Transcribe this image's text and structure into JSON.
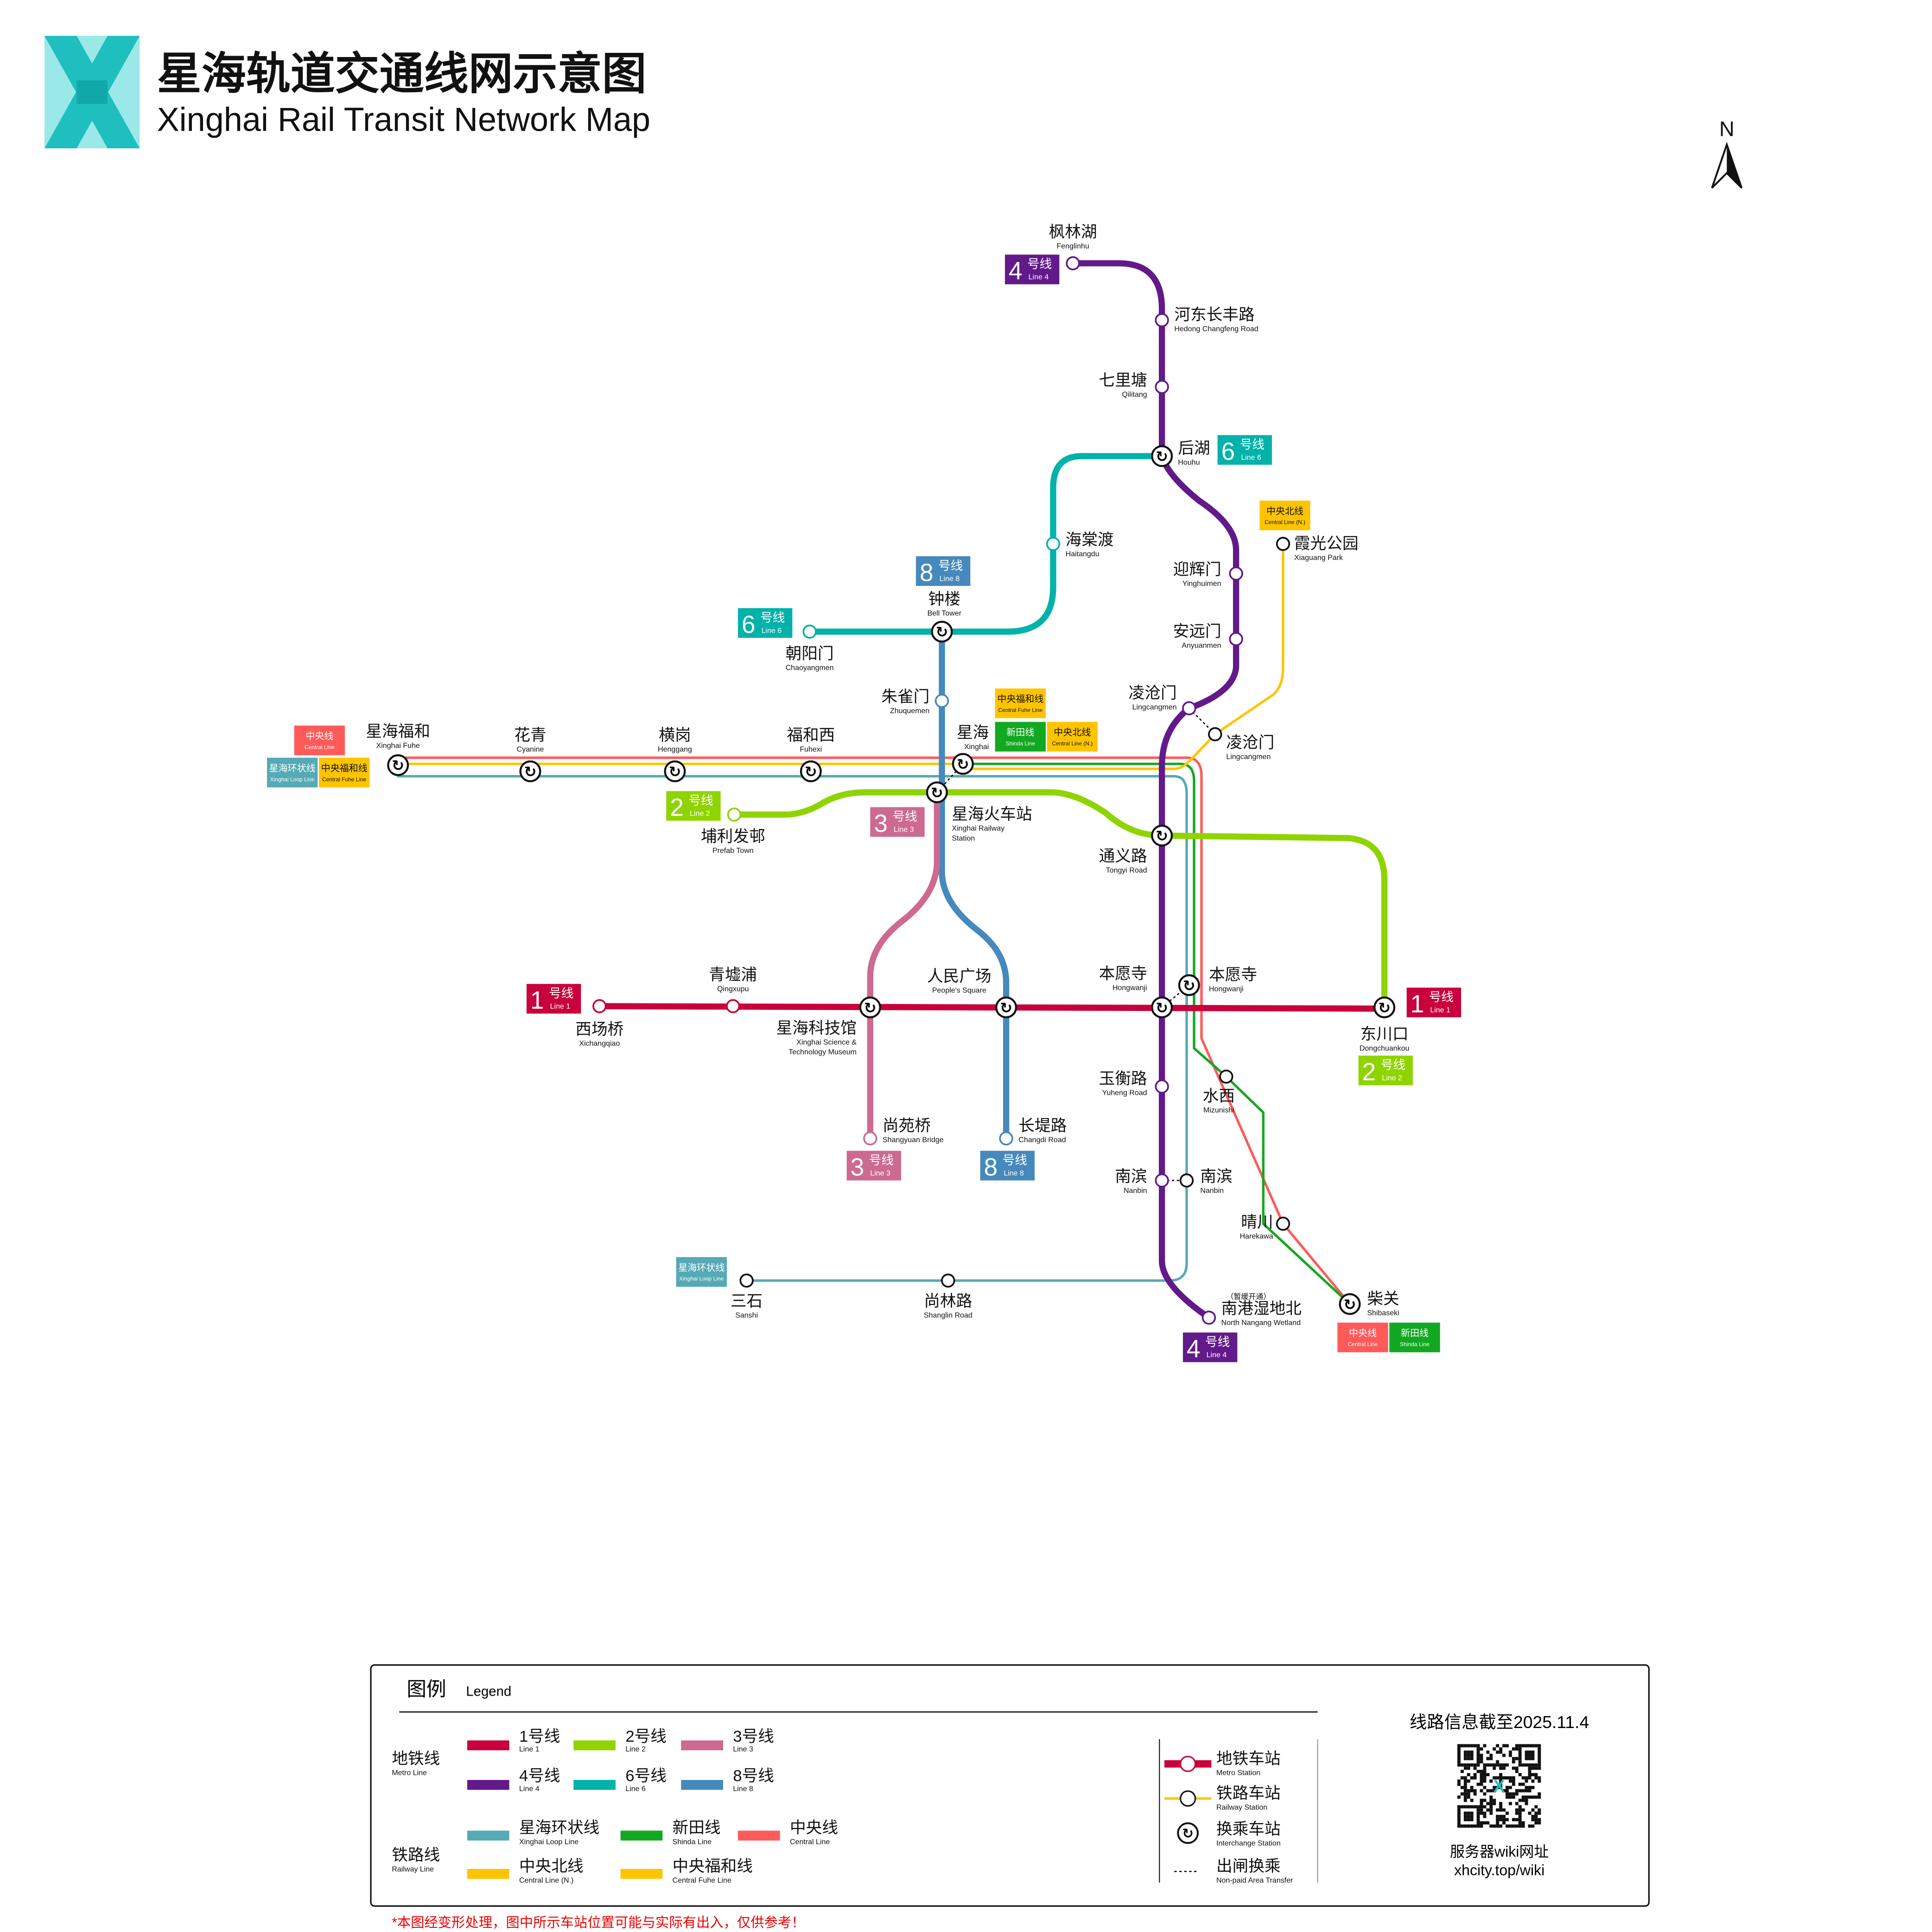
{
  "header": {
    "title_zh": "星海轨道交通线网示意图",
    "title_en": "Xinghai Rail Transit Network Map",
    "compass": "N"
  },
  "colors": {
    "line1": "#c8003c",
    "line2": "#8fd400",
    "line3": "#cc6a90",
    "line4": "#621a8a",
    "line6": "#00b2a9",
    "line8": "#4589bd",
    "loop": "#55aab5",
    "shinda": "#13a822",
    "central": "#ff5a5a",
    "centraln": "#ffc400",
    "fuhe": "#ffc400"
  },
  "stations": {
    "fenglinhu": {
      "zh": "枫林湖",
      "en": "Fenglinhu"
    },
    "hedong": {
      "zh": "河东长丰路",
      "en": "Hedong Changfeng Road"
    },
    "qilitang": {
      "zh": "七里塘",
      "en": "Qilitang"
    },
    "houhu": {
      "zh": "后湖",
      "en": "Houhu"
    },
    "haitangdu": {
      "zh": "海棠渡",
      "en": "Haitangdu"
    },
    "yinghuimen": {
      "zh": "迎辉门",
      "en": "Yinghuimen"
    },
    "anyuanmen": {
      "zh": "安远门",
      "en": "Anyuanmen"
    },
    "lingcangmen4": {
      "zh": "凌沧门",
      "en": "Lingcangmen"
    },
    "lingcangmenR": {
      "zh": "凌沧门",
      "en": "Lingcangmen"
    },
    "xiaguang": {
      "zh": "霞光公园",
      "en": "Xiaguang Park"
    },
    "belltower": {
      "zh": "钟楼",
      "en": "Bell Tower"
    },
    "chaoyangmen": {
      "zh": "朝阳门",
      "en": "Chaoyangmen"
    },
    "zhuquemen": {
      "zh": "朱雀门",
      "en": "Zhuquemen"
    },
    "xinghai": {
      "zh": "星海",
      "en": "Xinghai"
    },
    "xinghaifuhe": {
      "zh": "星海福和",
      "en": "Xinghai Fuhe"
    },
    "cyanine": {
      "zh": "花青",
      "en": "Cyanine"
    },
    "henggang": {
      "zh": "横岗",
      "en": "Henggang"
    },
    "fuhexi": {
      "zh": "福和西",
      "en": "Fuhexi"
    },
    "railway": {
      "zh": "星海火车站",
      "en": "Xinghai Railway",
      "en2": "Station"
    },
    "prefab": {
      "zh": "埔利发邨",
      "en": "Prefab Town"
    },
    "tongyi": {
      "zh": "通义路",
      "en": "Tongyi Road"
    },
    "hongwanji4": {
      "zh": "本愿寺",
      "en": "Hongwanji"
    },
    "hongwanjiR": {
      "zh": "本愿寺",
      "en": "Hongwanji"
    },
    "xichangqiao": {
      "zh": "西场桥",
      "en": "Xichangqiao"
    },
    "qingxupu": {
      "zh": "青墟浦",
      "en": "Qingxupu"
    },
    "science": {
      "zh": "星海科技馆",
      "en": "Xinghai Science &",
      "en2": "Technology Museum"
    },
    "peoples": {
      "zh": "人民广场",
      "en": "People's Square"
    },
    "dongchuankou": {
      "zh": "东川口",
      "en": "Dongchuankou"
    },
    "yuheng": {
      "zh": "玉衡路",
      "en": "Yuheng Road"
    },
    "mizunishi": {
      "zh": "水西",
      "en": "Mizunishi"
    },
    "shangyuan": {
      "zh": "尚苑桥",
      "en": "Shangyuan Bridge"
    },
    "changdi": {
      "zh": "长堤路",
      "en": "Changdi Road"
    },
    "nanbin4": {
      "zh": "南滨",
      "en": "Nanbin"
    },
    "nanbinR": {
      "zh": "南滨",
      "en": "Nanbin"
    },
    "harekawa": {
      "zh": "晴川",
      "en": "Harekawa"
    },
    "sanshi": {
      "zh": "三石",
      "en": "Sanshi"
    },
    "shanglin": {
      "zh": "尚林路",
      "en": "Shanglin Road"
    },
    "nangang": {
      "zh": "南港湿地北",
      "en": "North Nangang Wetland",
      "note": "（暂缓开通）"
    },
    "shibaseki": {
      "zh": "柴关",
      "en": "Shibaseki"
    }
  },
  "line_badges": {
    "line1": {
      "num": "1",
      "zh": "号线",
      "en": "Line 1"
    },
    "line2": {
      "num": "2",
      "zh": "号线",
      "en": "Line 2"
    },
    "line3": {
      "num": "3",
      "zh": "号线",
      "en": "Line 3"
    },
    "line4": {
      "num": "4",
      "zh": "号线",
      "en": "Line 4"
    },
    "line6": {
      "num": "6",
      "zh": "号线",
      "en": "Line 6"
    },
    "line8": {
      "num": "8",
      "zh": "号线",
      "en": "Line 8"
    }
  },
  "rail_badges": {
    "central": {
      "zh": "中央线",
      "en": "Central Line"
    },
    "centraln": {
      "zh": "中央北线",
      "en": "Central Line (N.)"
    },
    "fuhe": {
      "zh": "中央福和线",
      "en": "Central Fuhe Line"
    },
    "shinda": {
      "zh": "新田线",
      "en": "Shinda Line"
    },
    "loop": {
      "zh": "星海环状线",
      "en": "Xinghai Loop Line"
    }
  },
  "legend": {
    "title_zh": "图例",
    "title_en": "Legend",
    "metro_zh": "地铁线",
    "metro_en": "Metro Line",
    "railway_zh": "铁路线",
    "railway_en": "Railway Line",
    "metro_lines": [
      {
        "key": "line1",
        "zh": "1号线",
        "en": "Line 1"
      },
      {
        "key": "line2",
        "zh": "2号线",
        "en": "Line 2"
      },
      {
        "key": "line3",
        "zh": "3号线",
        "en": "Line 3"
      },
      {
        "key": "line4",
        "zh": "4号线",
        "en": "Line 4"
      },
      {
        "key": "line6",
        "zh": "6号线",
        "en": "Line 6"
      },
      {
        "key": "line8",
        "zh": "8号线",
        "en": "Line 8"
      }
    ],
    "railway_lines": [
      {
        "key": "loop",
        "zh": "星海环状线",
        "en": "Xinghai Loop Line"
      },
      {
        "key": "shinda",
        "zh": "新田线",
        "en": "Shinda Line"
      },
      {
        "key": "central",
        "zh": "中央线",
        "en": "Central Line"
      },
      {
        "key": "centraln",
        "zh": "中央北线",
        "en": "Central Line (N.)"
      },
      {
        "key": "fuhe",
        "zh": "中央福和线",
        "en": "Central Fuhe Line"
      }
    ],
    "symbols": [
      {
        "zh": "地铁车站",
        "en": "Metro Station"
      },
      {
        "zh": "铁路车站",
        "en": "Railway Station"
      },
      {
        "zh": "换乘车站",
        "en": "Interchange Station"
      },
      {
        "zh": "出闸换乘",
        "en": "Non-paid Area Transfer"
      }
    ],
    "updated": "线路信息截至2025.11.4",
    "wiki_label": "服务器wiki网址",
    "wiki_url": "xhcity.top/wiki"
  },
  "disclaimer": "*本图经变形处理，图中所示车站位置可能与实际有出入，仅供参考！"
}
